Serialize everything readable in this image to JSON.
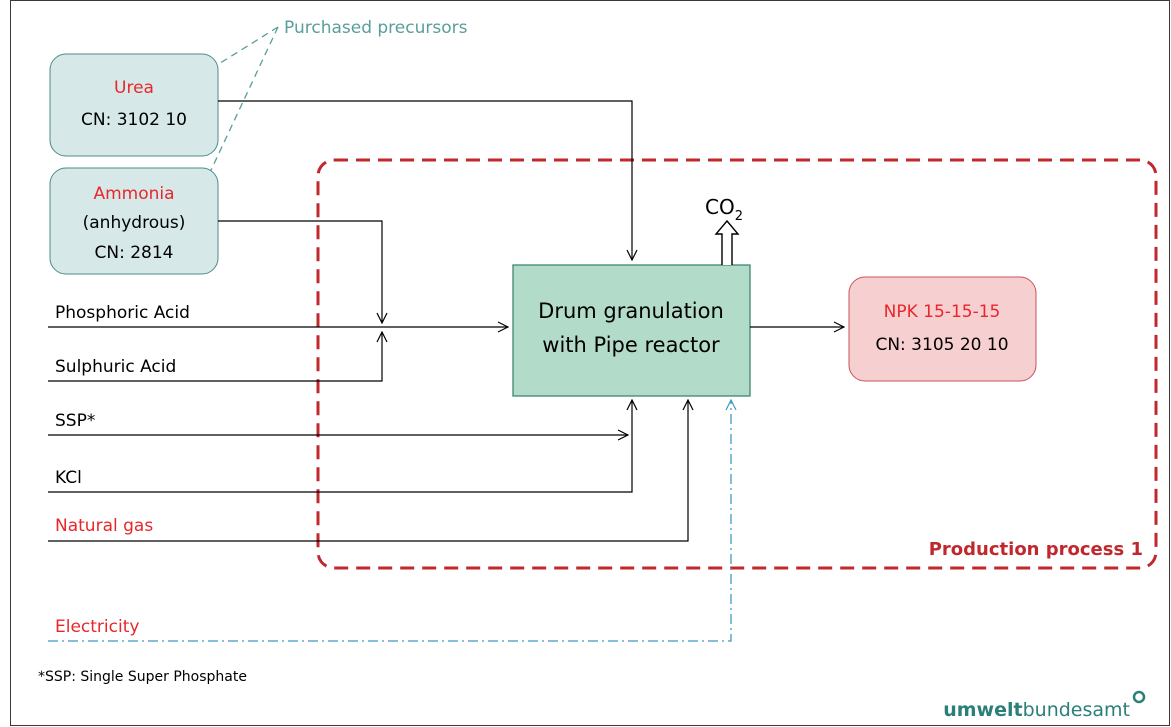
{
  "annotation": {
    "purchased_precursors": "Purchased precursors"
  },
  "precursors": {
    "urea": {
      "name": "Urea",
      "cn": "CN: 3102 10"
    },
    "ammonia": {
      "name": "Ammonia",
      "sub": "(anhydrous)",
      "cn": "CN: 2814"
    }
  },
  "inputs": {
    "phosphoric_acid": "Phosphoric Acid",
    "sulphuric_acid": "Sulphuric Acid",
    "ssp": "SSP*",
    "kcl": "KCl",
    "natural_gas": "Natural gas",
    "electricity": "Electricity"
  },
  "process": {
    "line1": "Drum granulation",
    "line2": "with Pipe reactor",
    "emission_main": "CO",
    "emission_sub": "2",
    "boundary_label": "Production process 1"
  },
  "product": {
    "name": "NPK 15-15-15",
    "cn": "CN: 3105 20 10"
  },
  "footnote": "*SSP: Single Super Phosphate",
  "logo": {
    "bold": "umwelt",
    "normal": "bundesamt"
  },
  "colors": {
    "red_text": "#e8272c",
    "boundary": "#c0282d",
    "precursor_fill": "#d6e9e8",
    "process_fill": "#b3dbc9",
    "product_fill": "#f6cfd0",
    "electricity_line": "#3f9bbf",
    "annotation": "#5a9e9b"
  }
}
